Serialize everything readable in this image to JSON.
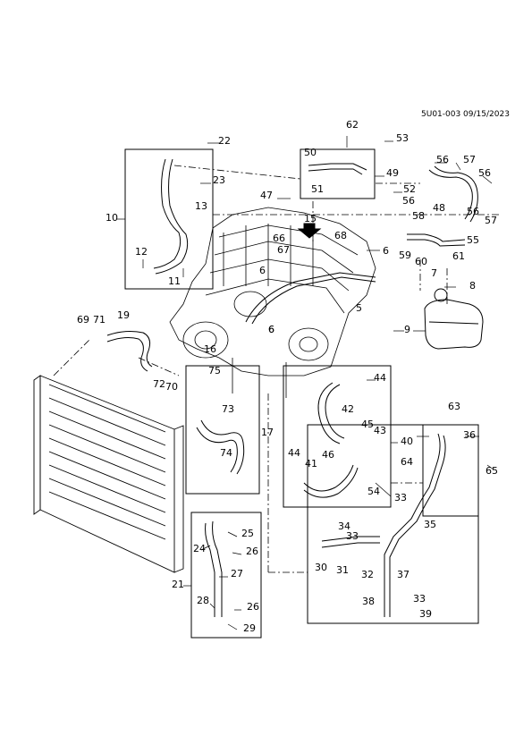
{
  "header": {
    "document_id": "5U01-003 09/15/2023"
  },
  "callouts": [
    "5",
    "6",
    "6",
    "6",
    "6",
    "7",
    "8",
    "9",
    "10",
    "11",
    "12",
    "13",
    "15",
    "16",
    "17",
    "19",
    "21",
    "22",
    "23",
    "24",
    "25",
    "26",
    "26",
    "27",
    "28",
    "29",
    "30",
    "31",
    "32",
    "33",
    "33",
    "33",
    "34",
    "35",
    "36",
    "37",
    "38",
    "39",
    "40",
    "41",
    "42",
    "43",
    "44",
    "44",
    "45",
    "46",
    "47",
    "48",
    "49",
    "50",
    "51",
    "52",
    "53",
    "54",
    "55",
    "56",
    "56",
    "56",
    "56",
    "57",
    "57",
    "58",
    "59",
    "60",
    "61",
    "62",
    "63",
    "64",
    "65",
    "66",
    "67",
    "68",
    "69",
    "70",
    "71",
    "72",
    "73",
    "74",
    "75"
  ],
  "icons": {
    "arrow": "down-arrow-icon",
    "engine": "engine-block-icon",
    "radiator": "radiator-icon",
    "reservoir": "coolant-reservoir-icon"
  }
}
